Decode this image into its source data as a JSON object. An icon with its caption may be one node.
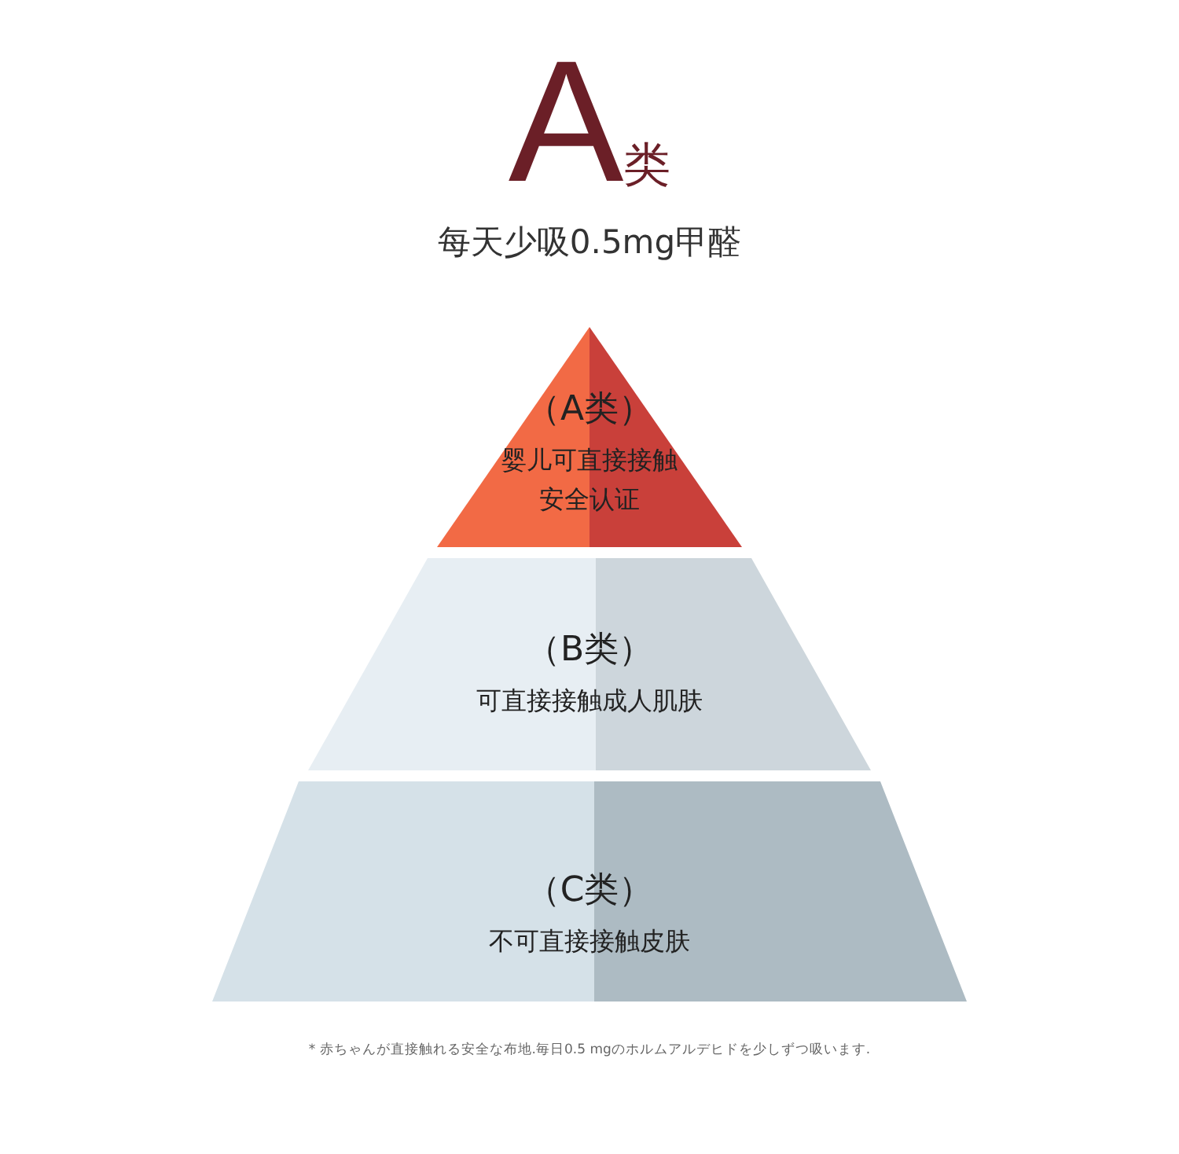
{
  "diagram": {
    "title": "A类",
    "nodes": [
      {
        "text": [
          "（A类）",
          "婴儿可直接接触安全认证"
        ]
      },
      {
        "text": [
          "（B类）",
          "可直接接触成人肌肤"
        ]
      },
      {
        "text": [
          "（C类）",
          "不可直接接触皮肤"
        ]
      }
    ],
    "labels": [
      "每天少吸0.5mg甲醛",
      "* 赤ちゃんが直接触れる安全な布地.毎日0.5 mgのホルムアルデヒドを少しずつ吸います."
    ]
  }
}
